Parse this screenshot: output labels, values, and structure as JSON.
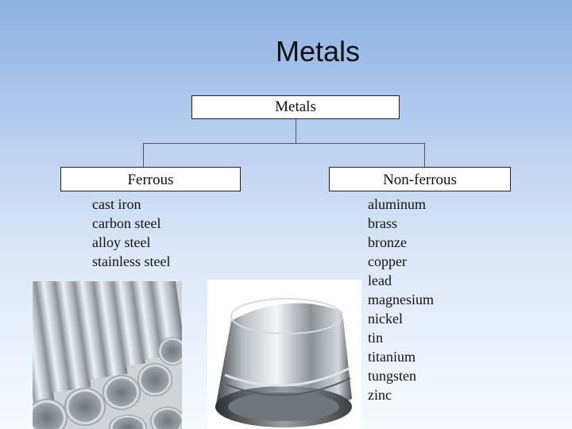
{
  "slide": {
    "title": "Metals"
  },
  "diagram": {
    "root": {
      "label": "Metals"
    },
    "branches": [
      {
        "label": "Ferrous",
        "items": [
          "cast iron",
          "carbon steel",
          "alloy steel",
          "stainless steel"
        ]
      },
      {
        "label": "Non-ferrous",
        "items": [
          "aluminum",
          "brass",
          "bronze",
          "copper",
          "lead",
          "magnesium",
          "nickel",
          "tin",
          "titanium",
          "tungsten",
          "zinc"
        ]
      }
    ]
  },
  "photos": [
    {
      "subject": "steel-pipes"
    },
    {
      "subject": "metal-bearing-ring"
    }
  ],
  "colors": {
    "background_top": "#8db0e2",
    "background_bottom": "#f7fafe",
    "box_border": "#222222"
  }
}
